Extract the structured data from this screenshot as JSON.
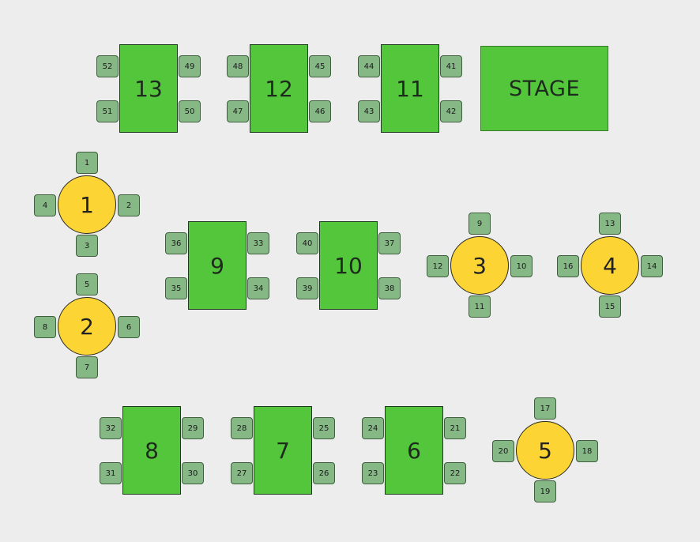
{
  "stage": {
    "label": "STAGE"
  },
  "tables": [
    {
      "label": "13",
      "shape": "rect",
      "chairs": [
        "52",
        "49",
        "51",
        "50"
      ]
    },
    {
      "label": "12",
      "shape": "rect",
      "chairs": [
        "48",
        "45",
        "47",
        "46"
      ]
    },
    {
      "label": "11",
      "shape": "rect",
      "chairs": [
        "44",
        "41",
        "43",
        "42"
      ]
    },
    {
      "label": "1",
      "shape": "round",
      "chairs": [
        "1",
        "2",
        "3",
        "4"
      ]
    },
    {
      "label": "2",
      "shape": "round",
      "chairs": [
        "5",
        "6",
        "7",
        "8"
      ]
    },
    {
      "label": "9",
      "shape": "rect",
      "chairs": [
        "36",
        "33",
        "35",
        "34"
      ]
    },
    {
      "label": "10",
      "shape": "rect",
      "chairs": [
        "40",
        "37",
        "39",
        "38"
      ]
    },
    {
      "label": "3",
      "shape": "round",
      "chairs": [
        "9",
        "10",
        "11",
        "12"
      ]
    },
    {
      "label": "4",
      "shape": "round",
      "chairs": [
        "13",
        "14",
        "15",
        "16"
      ]
    },
    {
      "label": "8",
      "shape": "rect",
      "chairs": [
        "32",
        "29",
        "31",
        "30"
      ]
    },
    {
      "label": "7",
      "shape": "rect",
      "chairs": [
        "28",
        "25",
        "27",
        "26"
      ]
    },
    {
      "label": "6",
      "shape": "rect",
      "chairs": [
        "24",
        "21",
        "23",
        "22"
      ]
    },
    {
      "label": "5",
      "shape": "round",
      "chairs": [
        "17",
        "18",
        "19",
        "20"
      ]
    }
  ],
  "colors": {
    "rect_table": "#54c63c",
    "round_table": "#fcd535",
    "chair": "#86b886",
    "background": "#ededed"
  }
}
